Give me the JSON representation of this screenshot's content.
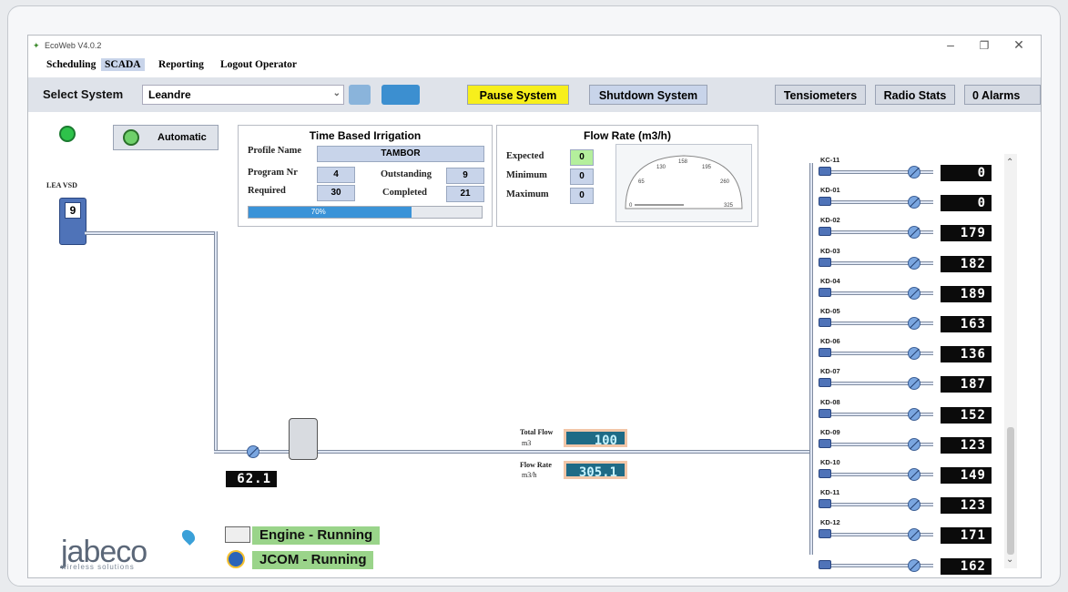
{
  "app": {
    "title": "EcoWeb V4.0.2"
  },
  "menu": [
    "Scheduling",
    "SCADA",
    "Reporting",
    "Logout Operator"
  ],
  "toolbar": {
    "select_label": "Select System",
    "system_value": "Leandre",
    "pause": "Pause System",
    "shutdown": "Shutdown System",
    "tensiometers": "Tensiometers",
    "radio_stats": "Radio Stats",
    "alarms": "0 Alarms"
  },
  "mode": {
    "automatic": "Automatic"
  },
  "pump": {
    "name": "LEA VSD",
    "number": "9",
    "reading": "62.1"
  },
  "irrigation": {
    "title": "Time Based Irrigation",
    "profile_label": "Profile Name",
    "profile_value": "TAMBOR",
    "program_label": "Program Nr",
    "program_value": "4",
    "outstanding_label": "Outstanding",
    "outstanding_value": "9",
    "required_label": "Required",
    "required_value": "30",
    "completed_label": "Completed",
    "completed_value": "21",
    "progress_text": "70%",
    "progress": 0.7
  },
  "flow": {
    "title": "Flow Rate (m3/h)",
    "expected_label": "Expected",
    "expected_value": "0",
    "minimum_label": "Minimum",
    "minimum_value": "0",
    "maximum_label": "Maximum",
    "maximum_value": "0",
    "gauge_ticks": [
      "0",
      "65",
      "130",
      "195",
      "260",
      "325"
    ],
    "gauge_top": "158"
  },
  "totals": {
    "total_flow_label": "Total Flow",
    "total_flow_unit": "m3",
    "total_flow_value": "100",
    "flow_rate_label": "Flow Rate",
    "flow_rate_unit": "m3/h",
    "flow_rate_value": "305.1"
  },
  "stations": [
    {
      "name": "KC-11",
      "value": "0"
    },
    {
      "name": "KD-01",
      "value": "0"
    },
    {
      "name": "KD-02",
      "value": "179"
    },
    {
      "name": "KD-03",
      "value": "182"
    },
    {
      "name": "KD-04",
      "value": "189"
    },
    {
      "name": "KD-05",
      "value": "163"
    },
    {
      "name": "KD-06",
      "value": "136"
    },
    {
      "name": "KD-07",
      "value": "187"
    },
    {
      "name": "KD-08",
      "value": "152"
    },
    {
      "name": "KD-09",
      "value": "123"
    },
    {
      "name": "KD-10",
      "value": "149"
    },
    {
      "name": "KD-11",
      "value": "123"
    },
    {
      "name": "KD-12",
      "value": "171"
    },
    {
      "name": "",
      "value": "162"
    }
  ],
  "status": {
    "engine": "Engine - Running",
    "jcom": "JCOM - Running"
  },
  "brand": {
    "name": "jabeco",
    "tagline": "wireless solutions"
  },
  "colors": {
    "pause_bg": "#f7ef1c",
    "status_green": "#9ad48a",
    "led_bg": "#0b0b0b",
    "accent_blue": "#4f93d6"
  }
}
